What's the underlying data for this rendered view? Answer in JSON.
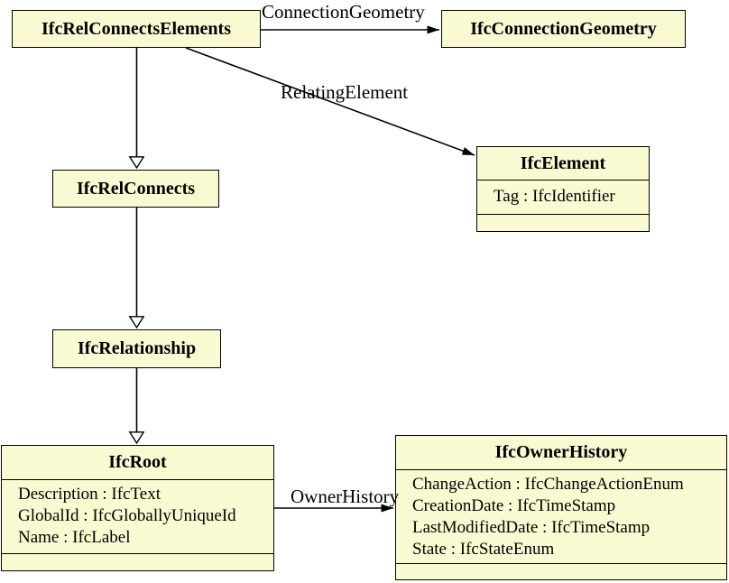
{
  "colors": {
    "box_fill": "#FAFAD2",
    "stroke": "#000000",
    "background": "#FFFFFF",
    "text": "#000000"
  },
  "classes": [
    {
      "name": "IfcRelConnectsElements",
      "attributes": []
    },
    {
      "name": "IfcConnectionGeometry",
      "attributes": []
    },
    {
      "name": "IfcElement",
      "attributes": [
        "Tag : IfcIdentifier"
      ]
    },
    {
      "name": "IfcRelConnects",
      "attributes": []
    },
    {
      "name": "IfcRelationship",
      "attributes": []
    },
    {
      "name": "IfcRoot",
      "attributes": [
        "Description : IfcText",
        "GlobalId : IfcGloballyUniqueId",
        "Name : IfcLabel"
      ]
    },
    {
      "name": "IfcOwnerHistory",
      "attributes": [
        "ChangeAction : IfcChangeActionEnum",
        "CreationDate : IfcTimeStamp",
        "LastModifiedDate : IfcTimeStamp",
        "State : IfcStateEnum"
      ]
    }
  ],
  "associations": [
    {
      "label": "ConnectionGeometry",
      "from": "IfcRelConnectsElements",
      "to": "IfcConnectionGeometry"
    },
    {
      "label": "RelatingElement",
      "from": "IfcRelConnectsElements",
      "to": "IfcElement"
    },
    {
      "label": "OwnerHistory",
      "from": "IfcRoot",
      "to": "IfcOwnerHistory"
    }
  ],
  "generalizations": [
    {
      "from": "IfcRelConnectsElements",
      "to": "IfcRelConnects"
    },
    {
      "from": "IfcRelConnects",
      "to": "IfcRelationship"
    },
    {
      "from": "IfcRelationship",
      "to": "IfcRoot"
    }
  ]
}
